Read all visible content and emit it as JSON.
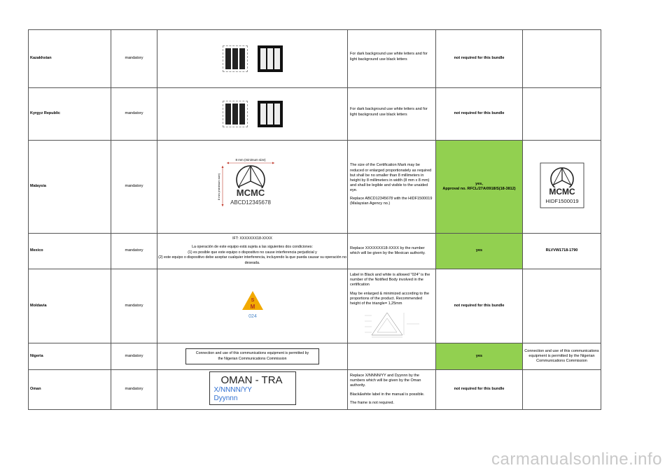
{
  "rows": [
    {
      "country": "Kazakhstan",
      "requirement": "mandatory",
      "label_type": "eac",
      "notes": [
        "For dark background use white letters and for light background use black letters"
      ],
      "status": "not required for this bundle",
      "status_green": false,
      "example": ""
    },
    {
      "country": "Kyrgyz Republic",
      "requirement": "mandatory",
      "label_type": "eac",
      "notes": [
        "For dark background use white letters and for light background use black letters"
      ],
      "status": "not required for this bundle",
      "status_green": false,
      "example": ""
    },
    {
      "country": "Malaysia",
      "requirement": "mandatory",
      "label_type": "mcmc",
      "notes": [
        "The size of the Certification Mark may be reduced or enlarged proportionately as required but shall be no smaller than 8 millimeters in height by 8 millimeters in width (8 mm x 8 mm) and shall be legible and visible to the unaided eye.",
        "Replace ABCD12345678 with the HIDF1500019 (Malaysian Agency no.)"
      ],
      "status": "yes,",
      "status2": "Approval no. RFCL/27A/0918/S(18-3812)",
      "status_green": true,
      "example": "HIDF1500019"
    },
    {
      "country": "Mexico",
      "requirement": "mandatory",
      "label_type": "text",
      "notes": [
        "Replace XXXXXXX18-XXXX by the number which will be given by the Mexican authority."
      ],
      "status": "yes",
      "status_green": true,
      "example": "RLVVW1718-1790"
    },
    {
      "country": "Moldavia",
      "requirement": "mandatory",
      "label_type": "sm",
      "notes": [
        "Label in Black and white is allowed \"024\" is the number of the Notified Body involved in the certification",
        "May be enlarged & minimized according to the proportions of the product. Recommended height of the triangle= 1,25mm"
      ],
      "status": "not required for this bundle",
      "status_green": false,
      "example": ""
    },
    {
      "country": "Nigeria",
      "requirement": "mandatory",
      "label_type": "ng",
      "notes": [],
      "status": "yes",
      "status_green": true,
      "example": "Connection and use of this communications equipment is permitted by the Nigerian Communications Commission"
    },
    {
      "country": "Oman",
      "requirement": "mandatory",
      "label_type": "oman",
      "notes": [
        "Replace X/NNNN/YY and Dyynnn by the numbers which will be given by the Oman authority.",
        "Black&white label in the manual is possible.",
        "The frame is not required."
      ],
      "status": "not required for this bundle",
      "status_green": false,
      "example": ""
    }
  ],
  "malaysia_label": {
    "width_caption": "8 mm (minimum size)",
    "height_caption": "8 mm (minimum size)",
    "brand": "MCMC",
    "code": "ABCD12345678"
  },
  "malaysia_example_brand": "MCMC",
  "mexico_label": {
    "ift": "IFT: XXXXXXX18-XXXX",
    "line1": "La operación de este equipo está sujeta a las siguientes dos condiciones:",
    "line2": "(1) es posible que este equipo o dispositivo no cause interferencia perjudicial y",
    "line3": "(2) este equipo o dispositivo debe aceptar cualquier interferencia, incluyendo la que pueda causar su operación no deseada."
  },
  "moldavia_label": {
    "code": "024",
    "mark_color": "#f2a900",
    "code_color": "#4a86c8"
  },
  "nigeria_label": "Connection and use of this communications equipment is permitted by the Nigerian Communications Commission",
  "oman_label": {
    "title": "OMAN - TRA",
    "line1": "X/NNNN/YY",
    "line2": "Dyynnn"
  },
  "colors": {
    "green": "#92d050",
    "border": "#555555",
    "blue": "#2f6fd1"
  },
  "watermark": "carmanualsonline.info"
}
